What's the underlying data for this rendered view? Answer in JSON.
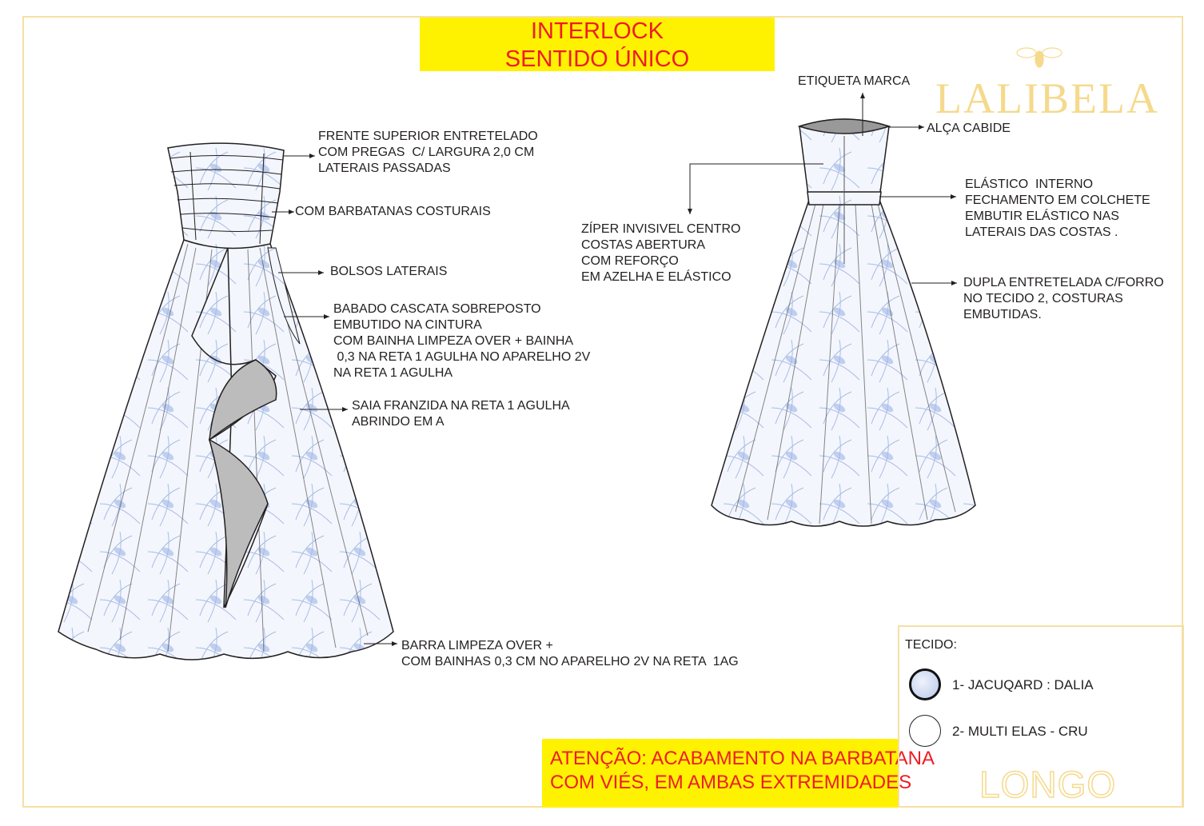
{
  "header": {
    "line1": "INTERLOCK",
    "line2": "SENTIDO ÚNICO"
  },
  "brand": {
    "name": "LALIBELA",
    "logo_icon": "bee-icon"
  },
  "front_notes": [
    "FRENTE SUPERIOR ENTRETELADO\nCOM PREGAS  C/ LARGURA 2,0 CM\nLATERAIS PASSADAS",
    "COM BARBATANAS COSTURAIS",
    "BOLSOS LATERAIS",
    "BABADO CASCATA SOBREPOSTO\nEMBUTIDO NA CINTURA\nCOM BAINHA LIMPEZA OVER + BAINHA\n 0,3 NA RETA 1 AGULHA NO APARELHO 2V\nNA RETA 1 AGULHA",
    "SAIA FRANZIDA NA RETA 1 AGULHA\nABRINDO EM A",
    "BARRA LIMPEZA OVER +\nCOM BAINHAS 0,3 CM NO APARELHO 2V NA RETA  1AG"
  ],
  "back_notes": [
    "ETIQUETA MARCA",
    "ALÇA CABIDE",
    "ZÍPER INVISIVEL CENTRO\nCOSTAS ABERTURA\nCOM REFORÇO\nEM AZELHA E ELÁSTICO",
    "ELÁSTICO  INTERNO\nFECHAMENTO EM COLCHETE\nEMBUTIR ELÁSTICO NAS\nLATERAIS DAS COSTAS .",
    "DUPLA ENTRETELADA C/FORRO\nNO TECIDO 2, COSTURAS\nEMBUTIDAS."
  ],
  "attention": "ATENÇÃO: ACABAMENTO NA BARBATANA\nCOM VIÉS, EM AMBAS EXTREMIDADES",
  "legend": {
    "title": "TECIDO:",
    "items": [
      {
        "label": "1- JACUQARD : DALIA"
      },
      {
        "label": "2- MULTI ELAS - CRU"
      }
    ],
    "category": "LONGO"
  },
  "colors": {
    "yellow": "#fff200",
    "red": "#ee1c25",
    "gold": "#f5d98c",
    "print": "#7a9ad6"
  }
}
